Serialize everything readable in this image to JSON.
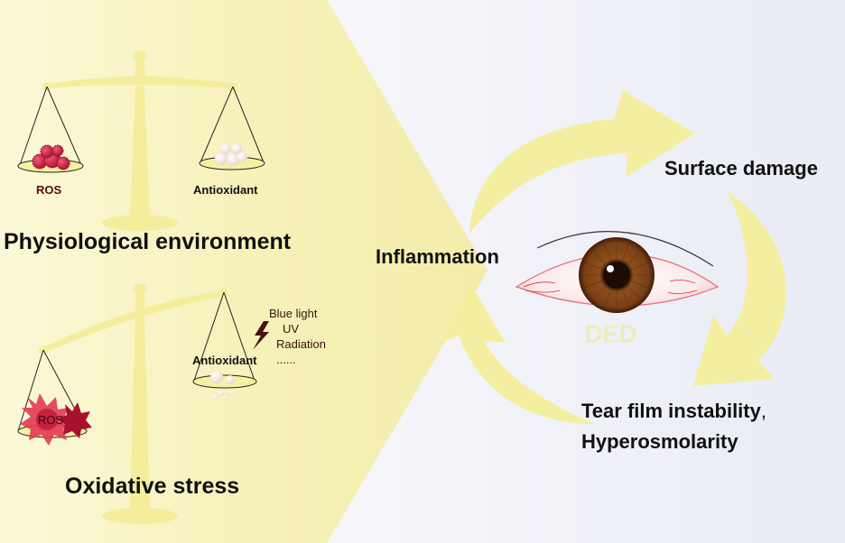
{
  "colors": {
    "balance": "#f6f0a6",
    "arrow": "#f4efa0",
    "ros": "#c8203f",
    "eye_iris": "#8a4a1c",
    "background_right": "#eceef6"
  },
  "left": {
    "top_panel": {
      "ros_label": "ROS",
      "antioxidant_label": "Antioxidant",
      "caption": "Physiological environment"
    },
    "bottom_panel": {
      "ros_label": "ROS",
      "antioxidant_label": "Antioxidant",
      "factors": [
        "Blue light",
        "UV",
        "Radiation",
        "......"
      ],
      "caption": "Oxidative stress"
    }
  },
  "cycle": {
    "inflammation": "Inflammation",
    "surface_damage": "Surface damage",
    "tear_film_line1": "Tear film instability",
    "tear_film_comma": ",",
    "tear_film_line2": "Hyperosmolarity",
    "center_label": "DED"
  }
}
